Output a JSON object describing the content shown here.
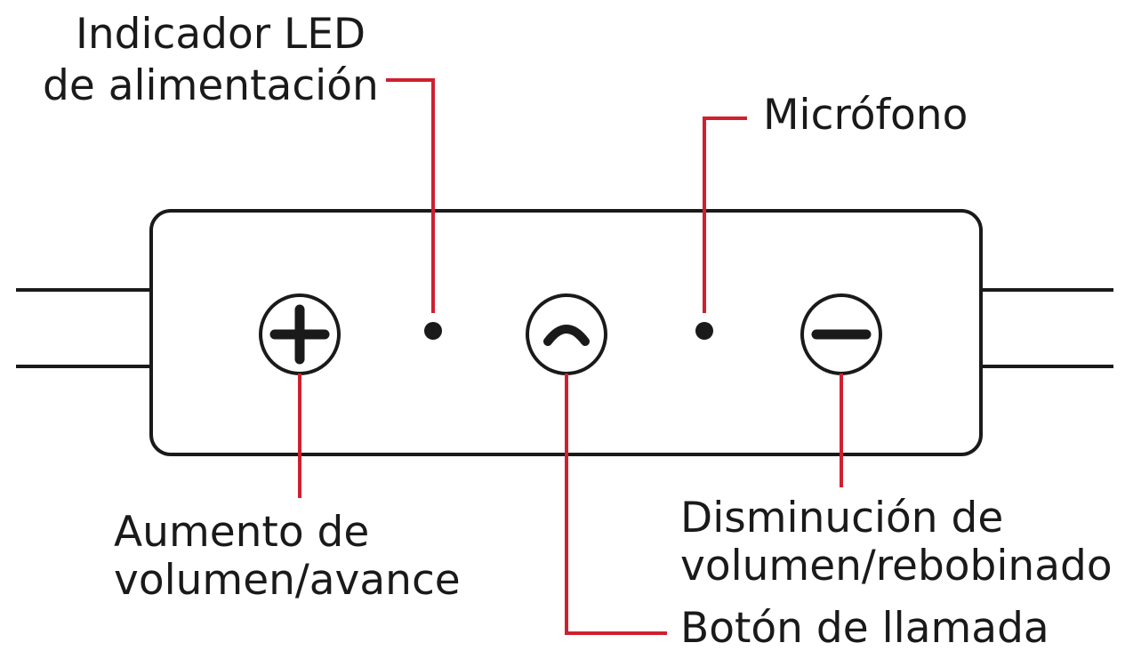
{
  "labels": {
    "led": [
      "Indicador LED",
      "de alimentación"
    ],
    "mic": "Micrófono",
    "vol_up": [
      "Aumento de",
      "volumen/avance"
    ],
    "vol_down": [
      "Disminución de",
      "volumen/rebobinado"
    ],
    "call": "Botón de llamada"
  },
  "colors": {
    "leader_lines": "#d0202e",
    "outline": "#1a1a1a",
    "background": "#ffffff"
  },
  "icons": {
    "plus": "plus-icon",
    "call": "phone-handset-icon",
    "minus": "minus-icon"
  }
}
